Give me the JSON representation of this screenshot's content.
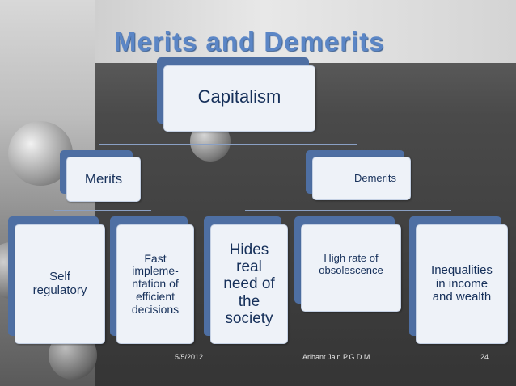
{
  "slide": {
    "title": "Merits and Demerits",
    "root": "Capitalism",
    "branches": {
      "merits": "Merits",
      "demerits": "Demerits"
    },
    "merit_items": [
      "Self regulatory",
      "Fast impleme-ntation of efficient decisions"
    ],
    "demerit_items": [
      "Hides real need of the society",
      "High rate of obsolescence",
      "Inequalities in income and wealth"
    ],
    "footer": {
      "date": "5/5/2012",
      "author": "Arihant Jain P.G.D.M.",
      "page": "24"
    }
  },
  "colors": {
    "title": "#5b86c6",
    "card_back": "#4e6fa3",
    "card_front": "#eef2f8",
    "text": "#16305a"
  }
}
